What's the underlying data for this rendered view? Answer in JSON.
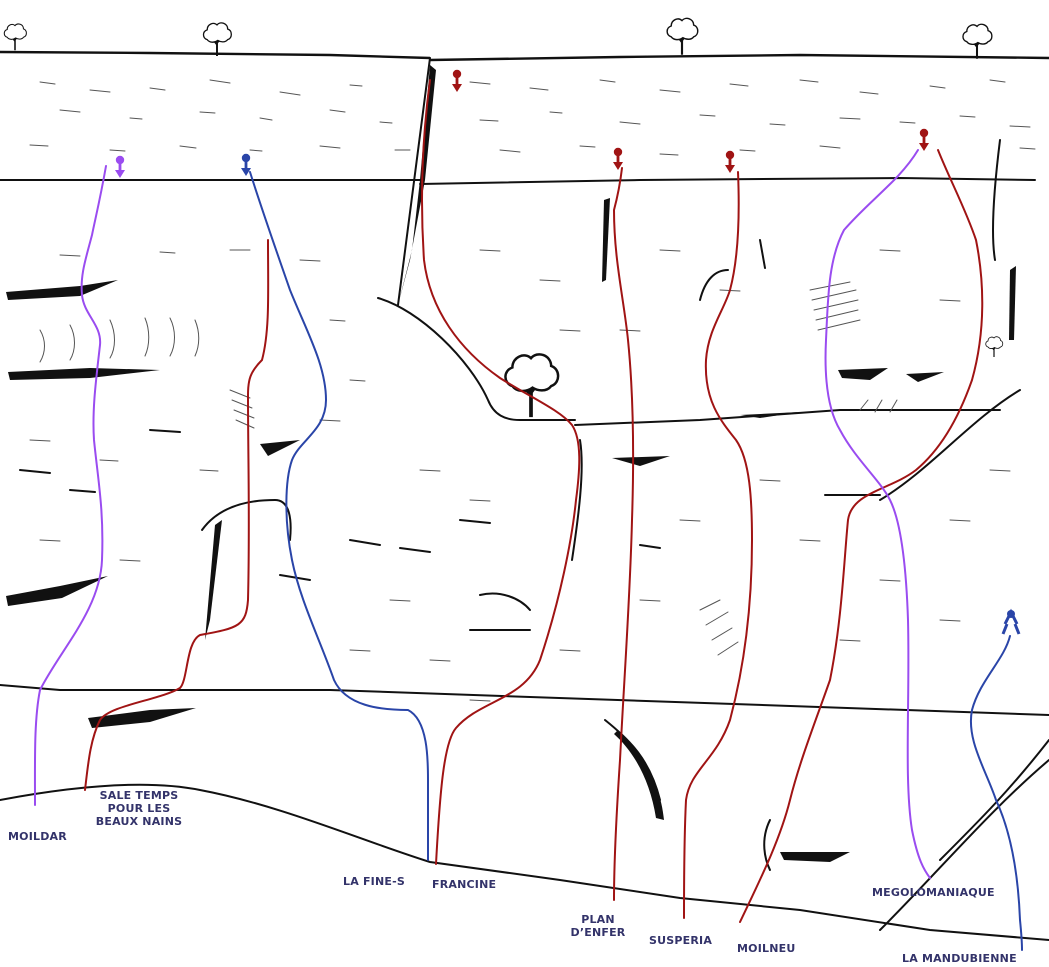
{
  "colors": {
    "label": "#33336a",
    "rock": "#111111",
    "hatch": "#555555",
    "route_red": "#a01414",
    "route_blue": "#2a45a8",
    "route_purple": "#9a4cf0"
  },
  "routes": [
    {
      "name": "MOILDAR",
      "color": "purple"
    },
    {
      "name": "SALE TEMPS POUR LES BEAUX NAINS",
      "color": "red",
      "lines": [
        "SALE TEMPS",
        "POUR LES",
        "BEAUX NAINS"
      ]
    },
    {
      "name": "LA FINE-S",
      "color": "blue"
    },
    {
      "name": "FRANCINE",
      "color": "red"
    },
    {
      "name": "PLAN D’ENFER",
      "color": "red",
      "lines": [
        "PLAN",
        "D’ENFER"
      ]
    },
    {
      "name": "SUSPERIA",
      "color": "red"
    },
    {
      "name": "MOILNEU",
      "color": "red"
    },
    {
      "name": "MEGOLOMANIAQUE",
      "color": "purple"
    },
    {
      "name": "LA MANDUBIENNE",
      "color": "blue"
    }
  ]
}
